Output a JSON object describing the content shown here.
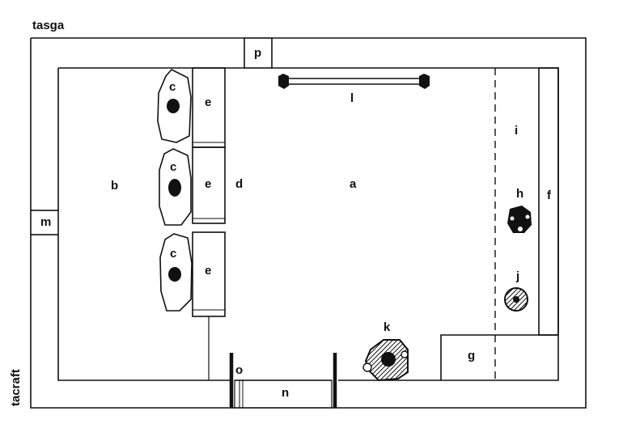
{
  "labels": {
    "tasga": "tasga",
    "tacraft": "tacraft",
    "a": "a",
    "b": "b",
    "c1": "c",
    "c2": "c",
    "c3": "c",
    "d": "d",
    "e1": "e",
    "e2": "e",
    "e3": "e",
    "f": "f",
    "g": "g",
    "h": "h",
    "i": "i",
    "j": "j",
    "k": "k",
    "l": "l",
    "m": "m",
    "n": "n",
    "o": "o",
    "p": "p"
  }
}
